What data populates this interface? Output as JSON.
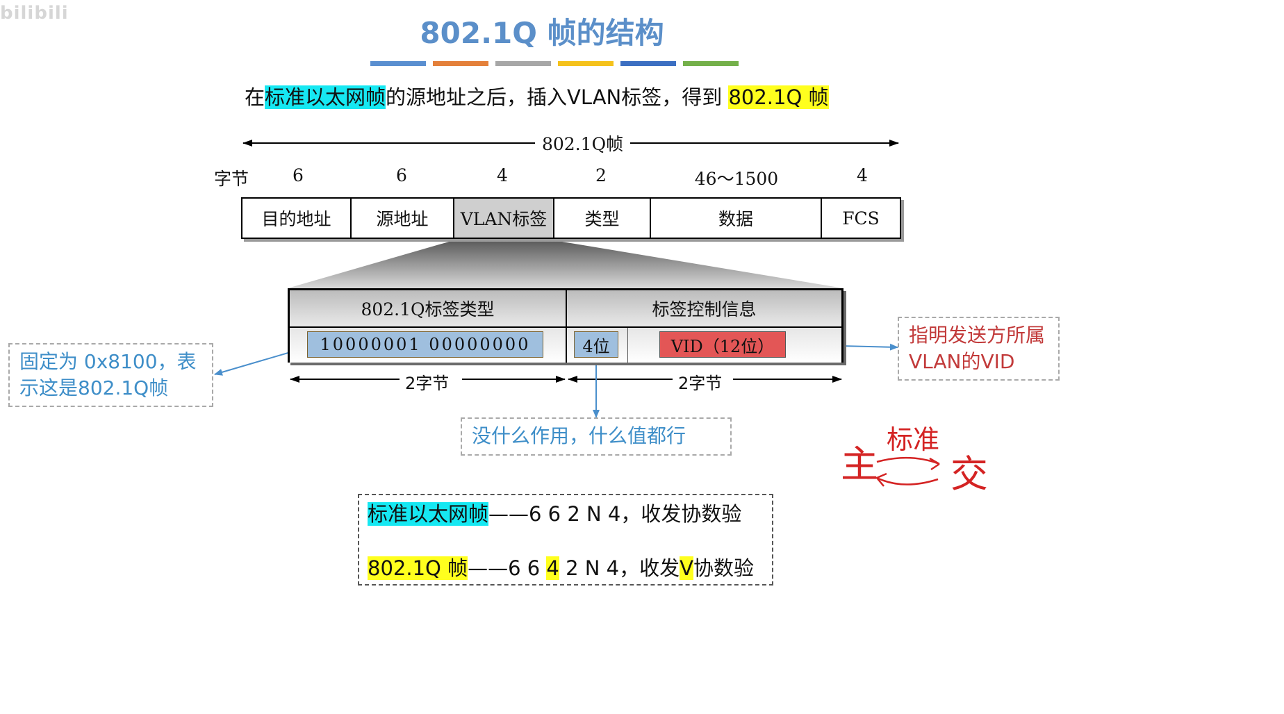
{
  "watermark": "bilibili",
  "title": "802.1Q 帧的结构",
  "color_bar": [
    "#5a8fd0",
    "#e4803a",
    "#a7a7a7",
    "#f5c21b",
    "#3c6fc2",
    "#74b04a"
  ],
  "intro": {
    "p1": "在",
    "h1": "标准以太网帧",
    "p2": "的源地址之后，插入VLAN标签，得到 ",
    "h2": "802.1Q 帧"
  },
  "frame": {
    "label": "802.1Q帧",
    "bytes_label": "字节",
    "fields": [
      {
        "name": "目的地址",
        "bytes": "6"
      },
      {
        "name": "源地址",
        "bytes": "6"
      },
      {
        "name": "VLAN标签",
        "bytes": "4"
      },
      {
        "name": "类型",
        "bytes": "2"
      },
      {
        "name": "数据",
        "bytes": "46～1500"
      },
      {
        "name": "FCS",
        "bytes": "4"
      }
    ]
  },
  "tag": {
    "tpid_label": "802.1Q标签类型",
    "tci_label": "标签控制信息",
    "tpid_bits": "10000001 00000000",
    "pri_label": "4位",
    "vid_label": "VID（12位）",
    "left_bytes": "2字节",
    "right_bytes": "2字节"
  },
  "notes": {
    "left": "固定为 0x8100，表示这是802.1Q帧",
    "right": "指明发送方所属VLAN的VID",
    "mid": "没什么作用，什么值都行"
  },
  "summary": {
    "line1_hl": "标准以太网帧",
    "line1_rest": "——6 6 2 N 4，收发协数验",
    "line2_hl": "802.1Q 帧",
    "line2_a": "——6 6 ",
    "line2_b": "4",
    "line2_c": " 2 N 4，收发",
    "line2_d": "V",
    "line2_e": "协数验"
  },
  "handwriting": {
    "left": "主",
    "top": "标准",
    "right": "交"
  },
  "colors": {
    "title": "#5b8fc9",
    "note_blue": "#3e8ec8",
    "note_red": "#c23a3a",
    "vid_fill": "#e35656",
    "bits_fill": "#9fbfde"
  }
}
